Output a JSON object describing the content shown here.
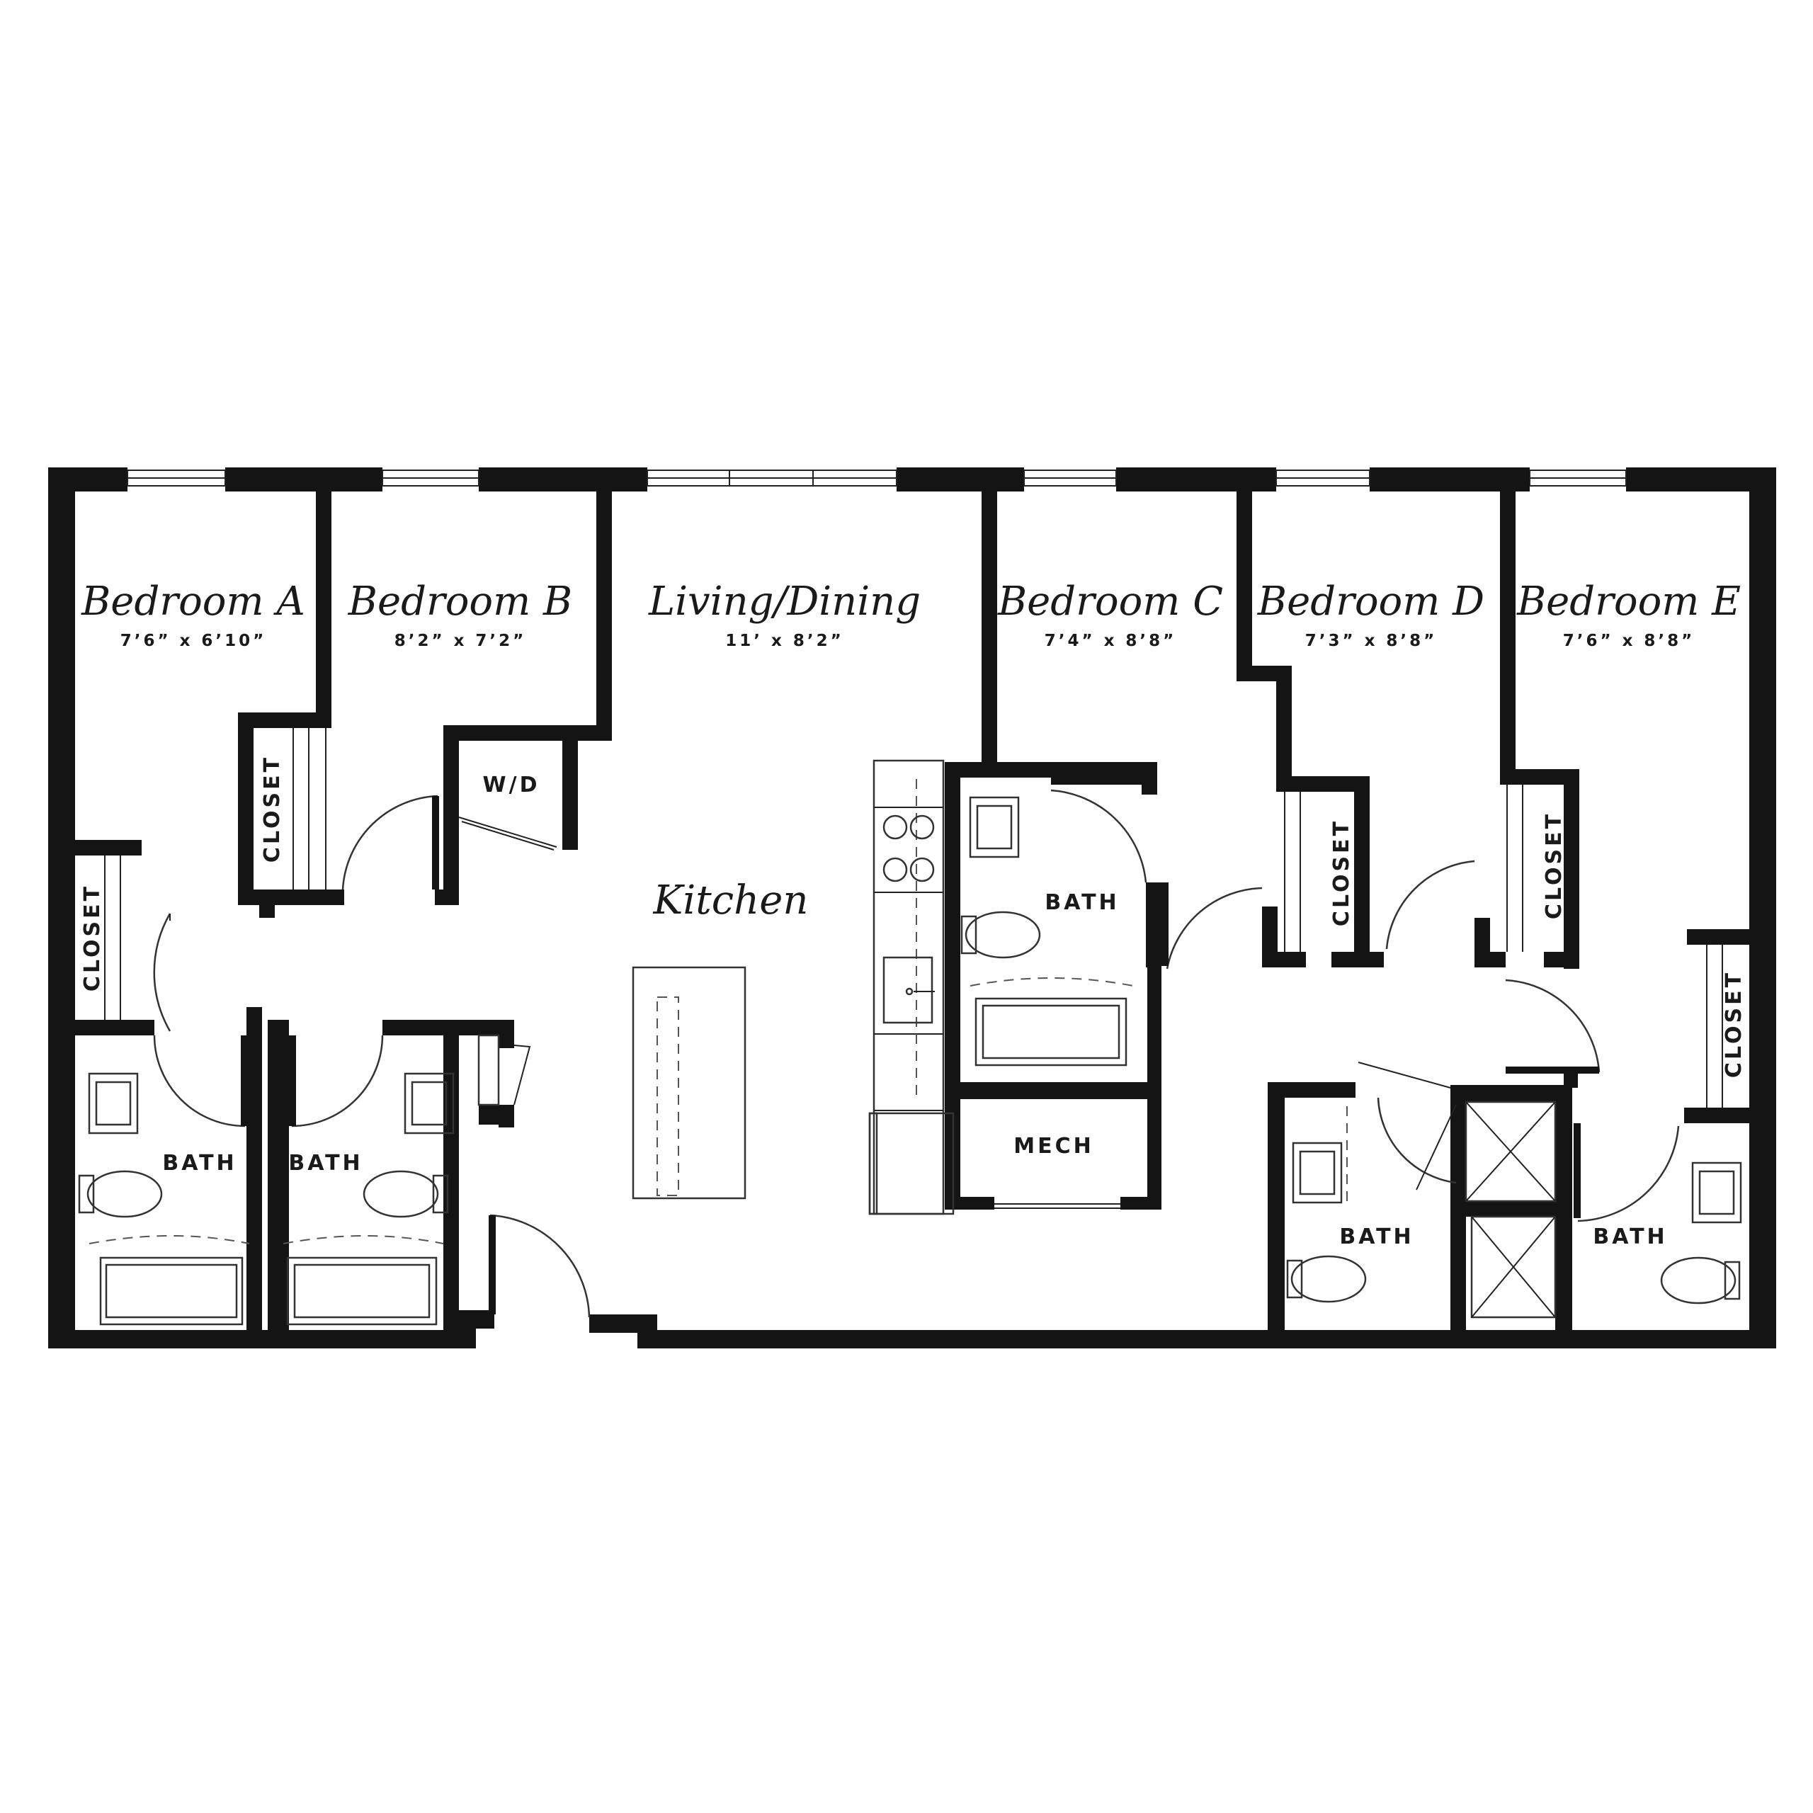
{
  "rooms": {
    "bedroom_a": {
      "name": "Bedroom A",
      "dim": "7’6” x 6’10”"
    },
    "bedroom_b": {
      "name": "Bedroom B",
      "dim": "8’2” x 7’2”"
    },
    "living": {
      "name": "Living/Dining",
      "dim": "11’ x 8’2”"
    },
    "bedroom_c": {
      "name": "Bedroom C",
      "dim": "7’4” x 8’8”"
    },
    "bedroom_d": {
      "name": "Bedroom D",
      "dim": "7’3” x 8’8”"
    },
    "bedroom_e": {
      "name": "Bedroom E",
      "dim": "7’6” x 8’8”"
    },
    "kitchen": {
      "name": "Kitchen"
    }
  },
  "labels": {
    "closet": "CLOSET",
    "bath": "BATH",
    "wd": "W/D",
    "mech": "MECH"
  },
  "colors": {
    "wall": "#141414",
    "background": "#ffffff"
  }
}
